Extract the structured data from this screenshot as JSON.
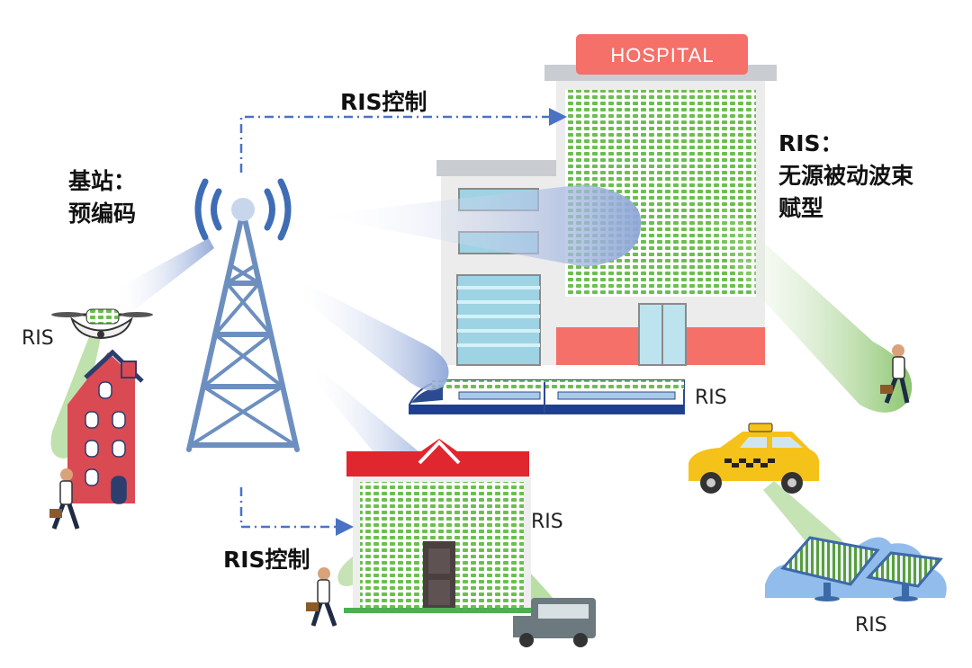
{
  "hospital_sign": "HOSPITAL",
  "labels": {
    "ris_control_top": "RIS控制",
    "ris_control_bottom": "RIS控制",
    "base_station_line1": "基站：",
    "base_station_line2": "预编码",
    "ris_desc_line1": "RIS：",
    "ris_desc_line2": "无源被动波束",
    "ris_desc_line3": "赋型",
    "ris_drone": "RIS",
    "ris_train": "RIS",
    "ris_house": "RIS",
    "ris_solar": "RIS"
  },
  "colors": {
    "control_arrow": "#4a72c4",
    "beam": "#8ea6d8",
    "ris_green": "#6bbf4e",
    "tower": "#6d8fc0",
    "hospital_red": "#f47068",
    "house_red": "#d94a52",
    "roof_red": "#e0262e",
    "taxi_yellow": "#f5c21a"
  }
}
